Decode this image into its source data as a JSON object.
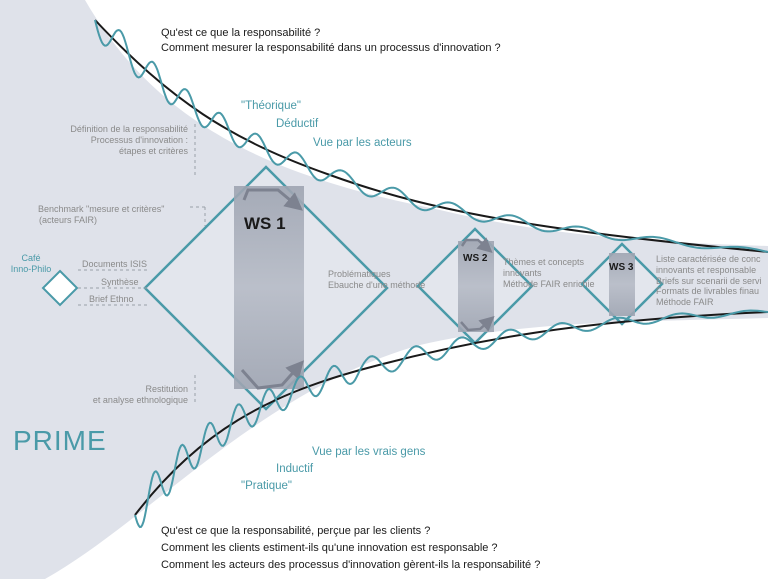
{
  "top_questions": [
    "Qu'est ce que la responsabilité ?",
    "Comment mesurer la responsabilité dans un processus d'innovation ?"
  ],
  "bottom_questions": [
    "Qu'est ce que la responsabilité, perçue par les clients ?",
    "Comment les clients estiment-ils qu'une innovation est responsable ?",
    "Comment les acteurs des processus d'innovation gèrent-ils la responsabilité ?"
  ],
  "top_axis": {
    "mode": "\"Théorique\"",
    "reasoning": "Déductif",
    "view": "Vue par les acteurs"
  },
  "bottom_axis": {
    "view": "Vue par les vrais gens",
    "reasoning": "Inductif",
    "mode": "\"Pratique\""
  },
  "left_labels": {
    "definition": [
      "Définition de la responsabilité",
      "Processus d'innovation :",
      "étapes et critères"
    ],
    "benchmark": [
      "Benchmark \"mesure et critères\"",
      "(acteurs FAIR)"
    ],
    "restitution": [
      "Restitution",
      "et analyse ethnologique"
    ]
  },
  "cafe": [
    "Café",
    "Inno-Philo"
  ],
  "inputs": [
    "Documents ISIS",
    "Synthèse",
    "Brief Ethno"
  ],
  "ws1": {
    "title": "WS 1",
    "outputs": [
      "Problématiques",
      "Ebauche d'une méthode"
    ]
  },
  "ws2": {
    "title": "WS 2",
    "outputs": [
      "Thèmes et concepts",
      "innovants",
      "Méthode FAIR enrichie"
    ]
  },
  "ws3": {
    "title": "WS 3",
    "outputs": [
      "Liste caractérisée de conc",
      "innovants et responsable",
      "Briefs sur scenarii de servi",
      "Formats de livrables finau",
      "Méthode FAIR"
    ]
  },
  "brand": "PRIME",
  "colors": {
    "teal": "#4a9aa8",
    "funnel": "#dfe2ea",
    "line": "#1a1a1a",
    "label": "#8a8a8a"
  }
}
